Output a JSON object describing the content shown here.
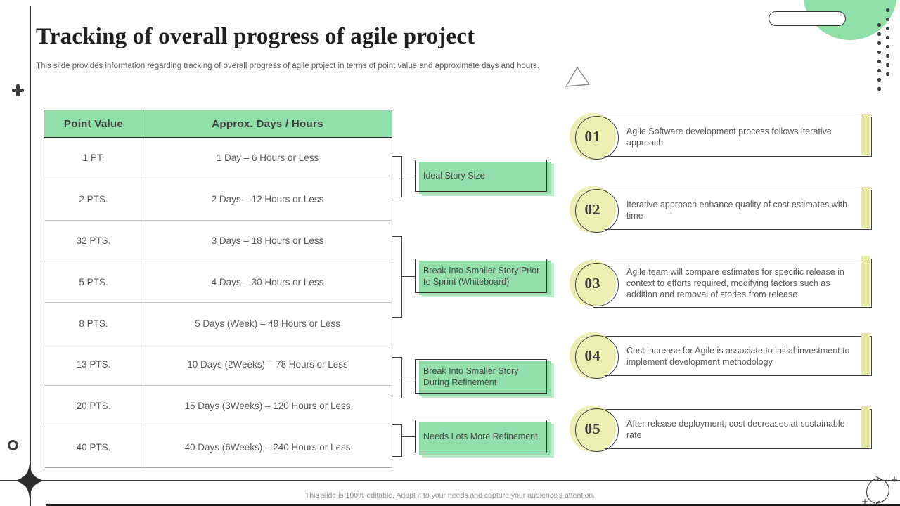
{
  "slide": {
    "title": "Tracking of overall progress of agile project",
    "subtitle": "This slide provides information regarding tracking of overall progress of agile project in terms of point value and approximate days and hours.",
    "footer": "This slide is 100% editable. Adapt it to your needs and capture your audience's attention."
  },
  "table": {
    "headers": [
      "Point Value",
      "Approx. Days / Hours"
    ],
    "rows": [
      [
        "1 PT.",
        "1 Day – 6 Hours or Less"
      ],
      [
        "2 PTS.",
        "2 Days – 12 Hours or Less"
      ],
      [
        "32 PTS.",
        "3 Days – 18 Hours or Less"
      ],
      [
        "5 PTS.",
        "4 Days – 30 Hours or Less"
      ],
      [
        "8 PTS.",
        "5 Days (Week) – 48 Hours or Less"
      ],
      [
        "13 PTS.",
        "10 Days (2Weeks) – 78 Hours or Less"
      ],
      [
        "20 PTS.",
        "15 Days (3Weeks) – 120 Hours or Less"
      ],
      [
        "40 PTS.",
        "40 Days (6Weeks) – 240 Hours or Less"
      ]
    ]
  },
  "labels": [
    {
      "text": "Ideal Story Size"
    },
    {
      "text": "Break Into Smaller Story Prior to Sprint (Whiteboard)"
    },
    {
      "text": "Break Into Smaller Story During Refinement"
    },
    {
      "text": "Needs Lots More Refinement"
    }
  ],
  "points": [
    {
      "number": "01",
      "text": "Agile Software development process follows iterative approach"
    },
    {
      "number": "02",
      "text": "Iterative approach enhance quality of cost estimates with time"
    },
    {
      "number": "03",
      "text": "Agile team will compare estimates for specific release in context to efforts required, modifying factors such as addition and removal of stories from release"
    },
    {
      "number": "04",
      "text": "Cost increase for Agile is associate to initial investment to implement development methodology"
    },
    {
      "number": "05",
      "text": "After release deployment, cost decreases at sustainable rate"
    }
  ],
  "colors": {
    "green": "#8fdfa9",
    "green_light": "#b9ecc9",
    "yellow_circle": "#edefb2",
    "yellow_strip": "#e7eba4",
    "text_gray": "#595959",
    "line_dark": "#3d3d3d"
  }
}
